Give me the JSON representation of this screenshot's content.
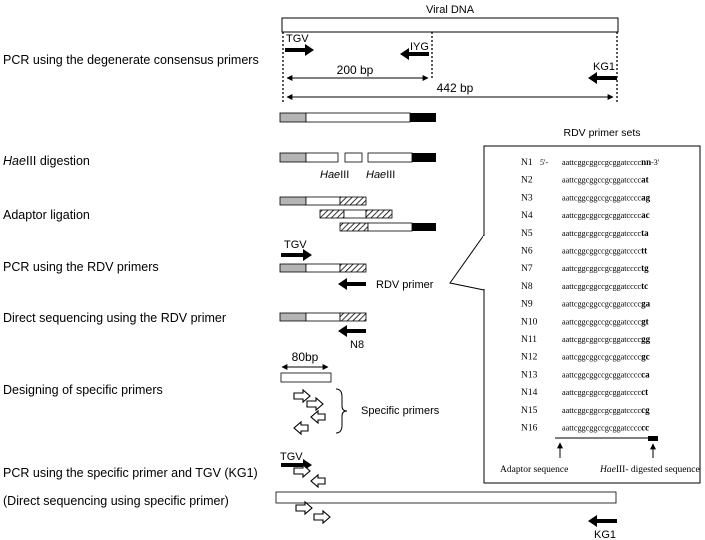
{
  "header": {
    "viral_dna": "Viral DNA"
  },
  "steps": {
    "pcr_degenerate": "PCR using the degenerate consensus primers",
    "hae_digestion_italic": "Hae",
    "hae_digestion_rest": "III digestion",
    "adaptor_ligation": "Adaptor ligation",
    "pcr_rdv": "PCR using the RDV primers",
    "direct_seq_rdv": "Direct sequencing using the RDV primer",
    "designing": "Designing of specific primers",
    "pcr_specific": "PCR using the specific primer and TGV (KG1)",
    "direct_seq_specific": "(Direct sequencing using specific primer)"
  },
  "labels": {
    "tgv": "TGV",
    "iyg": "IYG",
    "kg1": "KG1",
    "bp200": "200 bp",
    "bp442": "442 bp",
    "hae_italic": "Hae",
    "hae_rest": "III",
    "rdv_primer": "RDV primer",
    "n8": "N8",
    "bp80": "80bp",
    "specific_primers": "Specific primers"
  },
  "rdv_box": {
    "title": "RDV primer sets",
    "five_prime": "5'-",
    "three_prime": "-3'",
    "base_sequence": "aattcggcggccgcggatcccc",
    "rows": [
      {
        "id": "N1",
        "end": "nn"
      },
      {
        "id": "N2",
        "end": "at"
      },
      {
        "id": "N3",
        "end": "ag"
      },
      {
        "id": "N4",
        "end": "ac"
      },
      {
        "id": "N5",
        "end": "ta"
      },
      {
        "id": "N6",
        "end": "tt"
      },
      {
        "id": "N7",
        "end": "tg"
      },
      {
        "id": "N8",
        "end": "tc"
      },
      {
        "id": "N9",
        "end": "ga"
      },
      {
        "id": "N10",
        "end": "gt"
      },
      {
        "id": "N11",
        "end": "gg"
      },
      {
        "id": "N12",
        "end": "gc"
      },
      {
        "id": "N13",
        "end": "ca"
      },
      {
        "id": "N14",
        "end": "ct"
      },
      {
        "id": "N15",
        "end": "cg"
      },
      {
        "id": "N16",
        "end": "cc"
      }
    ],
    "adaptor_sequence": "Adaptor sequence",
    "hae_digested_italic": "Hae",
    "hae_digested_rest": "III- digested sequence"
  }
}
